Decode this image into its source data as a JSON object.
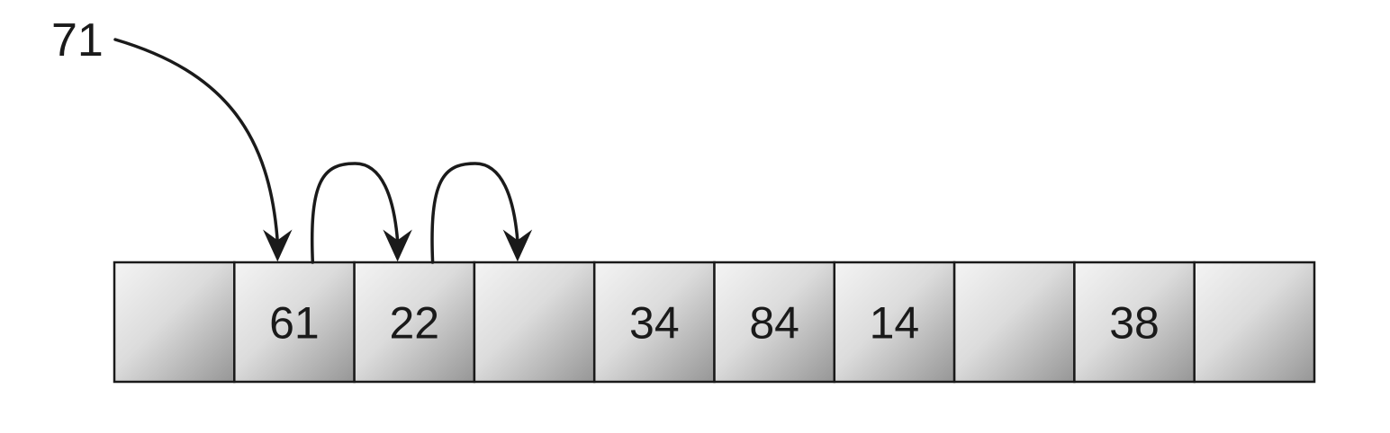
{
  "key": "71",
  "cells": [
    "",
    "61",
    "22",
    "",
    "34",
    "84",
    "14",
    "",
    "38",
    ""
  ],
  "probe_sequence": [
    1,
    2,
    3
  ],
  "colors": {
    "ink": "#1a1a1a",
    "cell_light": "#f2f2f2",
    "cell_dark": "#9a9a9a"
  }
}
